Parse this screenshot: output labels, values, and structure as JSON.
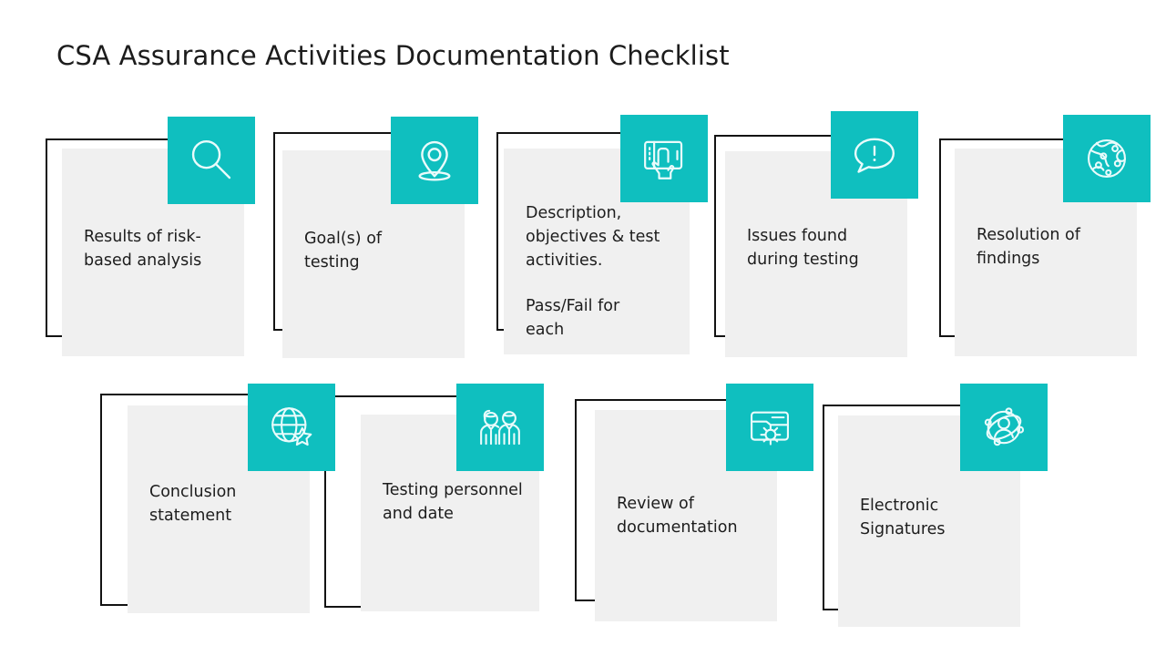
{
  "page": {
    "title": "CSA Assurance Activities Documentation Checklist",
    "accent_color": "#0fbfbf",
    "panel_color": "#f0f0f0",
    "outline_color": "#131313",
    "text_color": "#1d1d1d",
    "background_color": "#ffffff"
  },
  "rows": [
    {
      "name": "row-1",
      "items": [
        {
          "id": "results-of-risk-based-analysis",
          "icon": "magnifier-icon",
          "lines": [
            "Results of risk-based analysis"
          ]
        },
        {
          "id": "goals-of-testing",
          "icon": "location-pin-icon",
          "lines": [
            "Goal(s) of testing"
          ]
        },
        {
          "id": "description-objectives-test-activities",
          "icon": "touchscreen-hand-icon",
          "lines": [
            "Description, objectives & test activities.",
            "Pass/Fail for each"
          ]
        },
        {
          "id": "issues-found-during-testing",
          "icon": "speech-bubble-alert-icon",
          "lines": [
            "Issues found during testing"
          ]
        },
        {
          "id": "resolution-of-findings",
          "icon": "globe-network-icon",
          "lines": [
            "Resolution of findings"
          ]
        }
      ]
    },
    {
      "name": "row-2",
      "items": [
        {
          "id": "conclusion-statement",
          "icon": "globe-star-icon",
          "lines": [
            "Conclusion statement"
          ]
        },
        {
          "id": "testing-personnel-and-date",
          "icon": "two-people-icon",
          "lines": [
            "Testing personnel and date"
          ]
        },
        {
          "id": "review-of-documentation",
          "icon": "folder-gear-icon",
          "lines": [
            "Review of documentation"
          ]
        },
        {
          "id": "electronic-signatures",
          "icon": "person-orbit-icon",
          "lines": [
            "Electronic Signatures"
          ]
        }
      ]
    }
  ],
  "nodes": {
    "results_of_risk_based_analysis": {
      "line1": "Results of risk-based analysis"
    },
    "goals_of_testing": {
      "line1": "Goal(s) of testing"
    },
    "description_objectives": {
      "line1": "Description, objectives & test activities.",
      "line2": "Pass/Fail for each"
    },
    "issues_found": {
      "line1": "Issues found during testing"
    },
    "resolution_of_findings": {
      "line1": "Resolution of findings"
    },
    "conclusion_statement": {
      "line1": "Conclusion statement"
    },
    "testing_personnel": {
      "line1": "Testing personnel and date"
    },
    "review_of_documentation": {
      "line1": "Review of documentation"
    },
    "electronic_signatures": {
      "line1": "Electronic Signatures"
    }
  }
}
